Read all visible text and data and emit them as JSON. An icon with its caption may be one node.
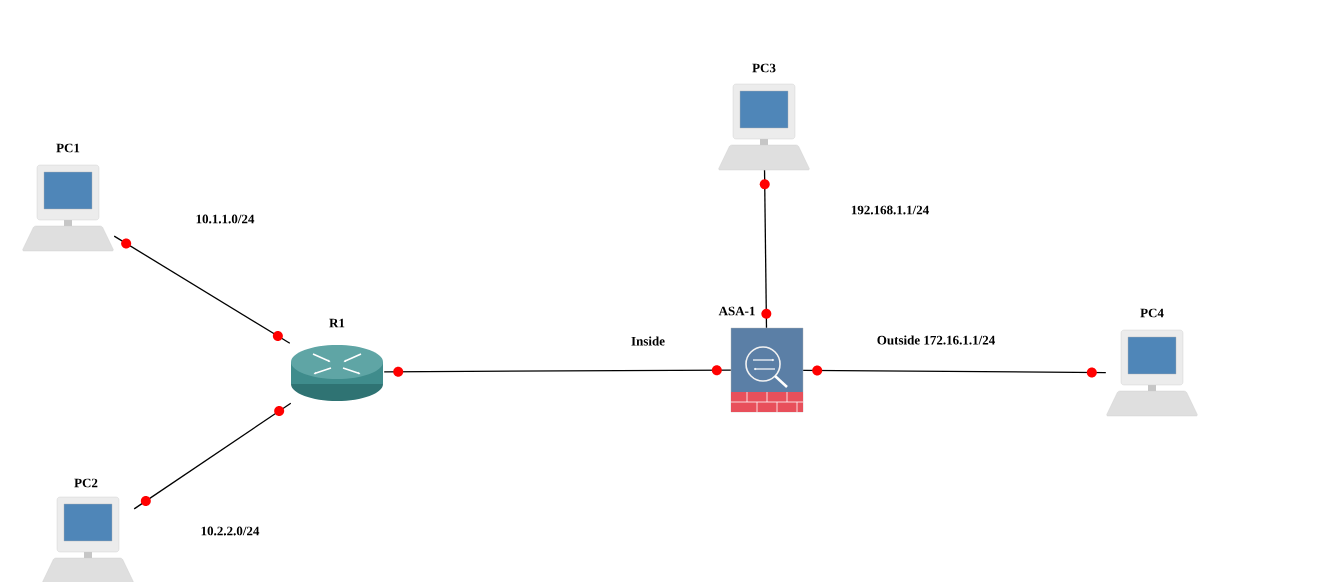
{
  "diagram": {
    "nodes": [
      {
        "text": [
          "PC1"
        ]
      },
      {
        "text": [
          "R1"
        ]
      },
      {
        "text": [
          "PC2"
        ]
      },
      {
        "text": [
          "PC3"
        ]
      },
      {
        "text": [
          "ASA-1"
        ]
      },
      {
        "text": [
          "PC4"
        ]
      }
    ],
    "edges": [
      {
        "from": 0,
        "to": 1,
        "arrow": "none"
      },
      {
        "from": 2,
        "to": 1,
        "arrow": "none"
      },
      {
        "from": 1,
        "to": 4,
        "arrow": "none"
      },
      {
        "from": 3,
        "to": 4,
        "arrow": "none"
      },
      {
        "from": 4,
        "to": 5,
        "arrow": "none"
      }
    ],
    "labels": [
      "10.1.1.0/24",
      "192.168.1.1/24",
      "Inside",
      "Outside 172.16.1.1/24",
      "10.2.2.0/24"
    ]
  }
}
